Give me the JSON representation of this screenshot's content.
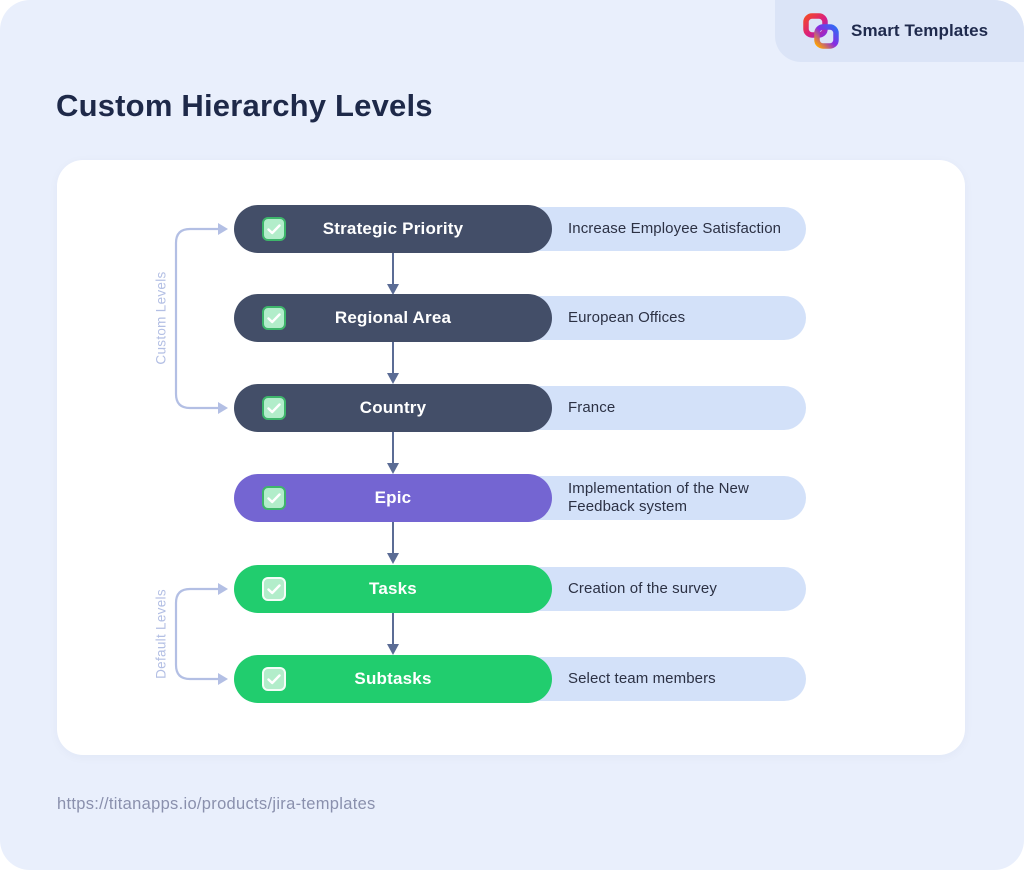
{
  "header": {
    "title": "Custom Hierarchy Levels",
    "badge": {
      "label": "Smart Templates",
      "icon": "smart-templates-logo"
    }
  },
  "diagram": {
    "rows": [
      {
        "label": "Strategic Priority",
        "description": "Increase Employee Satisfaction",
        "variant": "dark",
        "checkbox": "checked"
      },
      {
        "label": "Regional Area",
        "description": "European Offices",
        "variant": "dark",
        "checkbox": "checked"
      },
      {
        "label": "Country",
        "description": "France",
        "variant": "dark",
        "checkbox": "checked"
      },
      {
        "label": "Epic",
        "description": "Implementation of the New Feedback system",
        "variant": "epic",
        "checkbox": "checked"
      },
      {
        "label": "Tasks",
        "description": "Creation of the survey",
        "variant": "green",
        "checkbox": "checked"
      },
      {
        "label": "Subtasks",
        "description": "Select team members",
        "variant": "green",
        "checkbox": "checked"
      }
    ],
    "groups": [
      {
        "label": "Custom Levels",
        "spans_rows": [
          1,
          3
        ]
      },
      {
        "label": "Default Levels",
        "spans_rows": [
          5,
          6
        ]
      }
    ]
  },
  "footer": {
    "url": "https://titanapps.io/products/jira-templates"
  },
  "colors": {
    "page_bg": "#e9effc",
    "badge_bg": "#dbe4f7",
    "card_bg": "#ffffff",
    "title_text": "#1e2949",
    "dark_pill": "#434e68",
    "epic_pill": "#7465d2",
    "green_pill": "#21cd6e",
    "description_pill": "#d3e1f9",
    "checkbox_fill": "#b2edca",
    "checkbox_border": "#3eb56b",
    "flow_arrow": "#5b6c95",
    "bracket": "#b3bfe4",
    "url_text": "#8a90ad"
  }
}
